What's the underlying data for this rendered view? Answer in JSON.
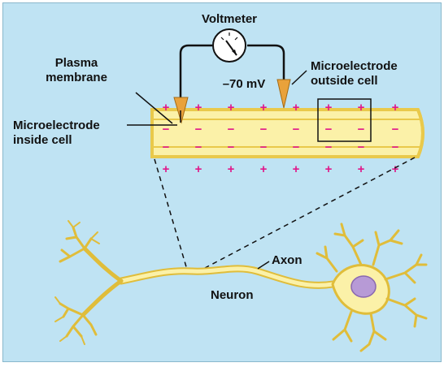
{
  "labels": {
    "voltmeter": "Voltmeter",
    "reading": "–70 mV",
    "plasma_membrane_line1": "Plasma",
    "plasma_membrane_line2": "membrane",
    "electrode_outside_line1": "Microelectrode",
    "electrode_outside_line2": "outside cell",
    "electrode_inside_line1": "Microelectrode",
    "electrode_inside_line2": "inside cell",
    "axon": "Axon",
    "neuron": "Neuron"
  },
  "charges": {
    "outside_symbol": "+",
    "inside_symbol": "−"
  },
  "colors": {
    "background": "#bfe3f3",
    "axon_fill": "#fbf1a8",
    "axon_edge": "#e9c94b",
    "charge": "#e0188a",
    "electrode": "#e9a23b",
    "nucleus": "#b79ad6"
  }
}
